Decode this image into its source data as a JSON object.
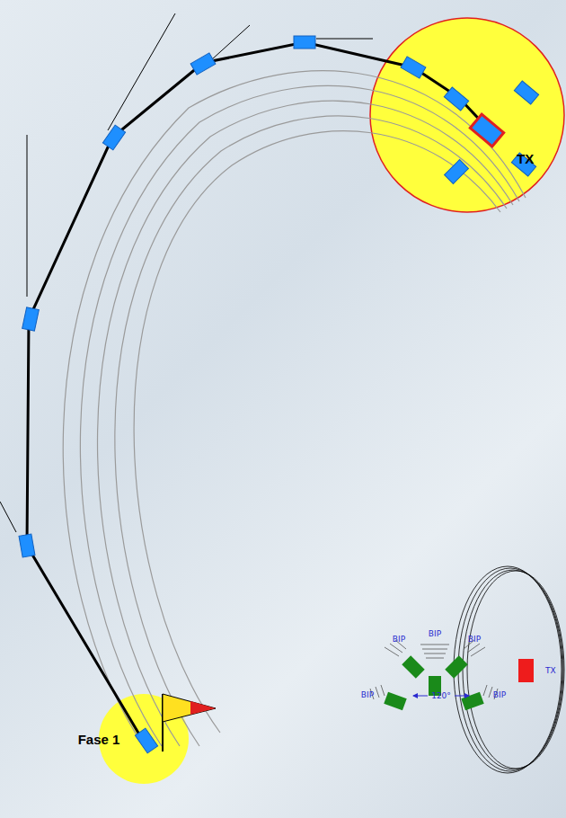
{
  "diagram": {
    "labels": [
      "TX",
      "Fase 1",
      "BIP",
      "BIP",
      "BIP",
      "BIP",
      "BIP",
      "120°",
      "TX"
    ]
  }
}
